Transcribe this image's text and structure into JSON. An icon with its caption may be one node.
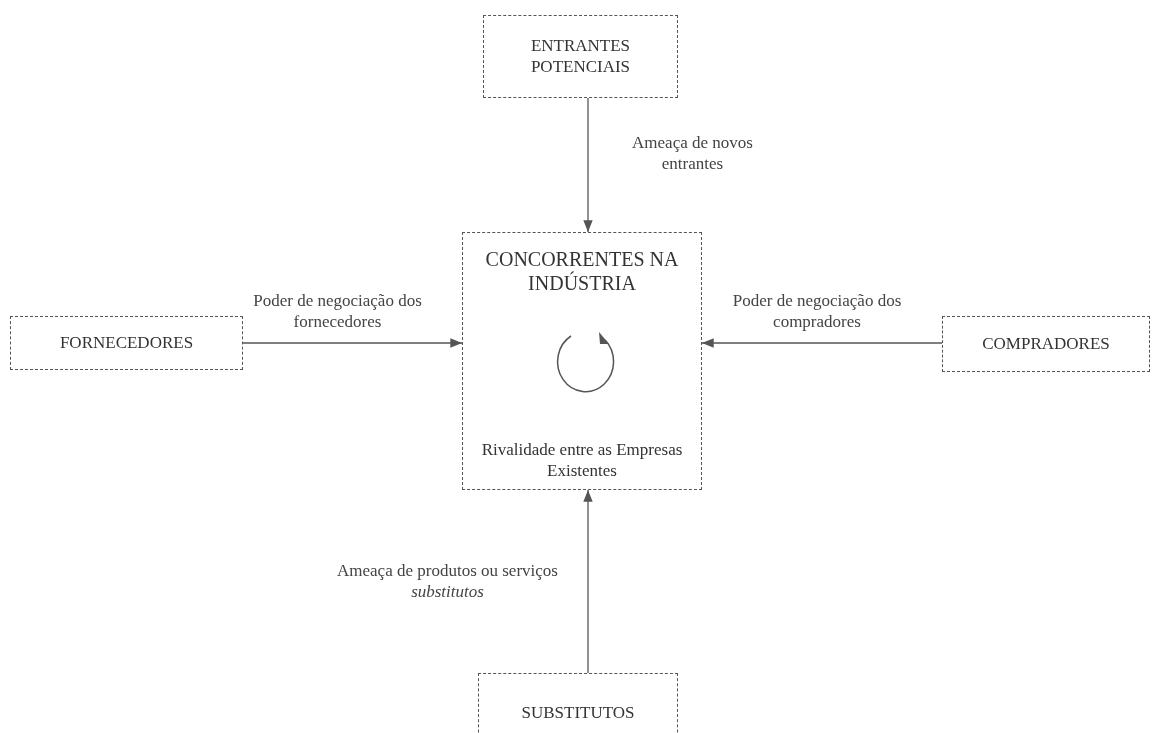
{
  "diagram": {
    "nodes": [
      {
        "text": [
          "ENTRANTES POTENCIAIS"
        ]
      },
      {
        "text": [
          "CONCORRENTES NA INDÚSTRIA",
          "Rivalidade entre as Empresas Existentes"
        ]
      },
      {
        "text": [
          "FORNECEDORES"
        ]
      },
      {
        "text": [
          "COMPRADORES"
        ]
      },
      {
        "text": [
          "SUBSTITUTOS"
        ]
      }
    ],
    "edges": [
      {
        "from": 0,
        "to": 1,
        "arrow": "to",
        "label": "Ameaça de novos entrantes"
      },
      {
        "from": 2,
        "to": 1,
        "arrow": "to",
        "label": "Poder de negociação dos fornecedores"
      },
      {
        "from": 3,
        "to": 1,
        "arrow": "to",
        "label": "Poder de negociação dos compradores"
      },
      {
        "from": 4,
        "to": 1,
        "arrow": "to",
        "label": "Ameaça de produtos ou serviços *substitutos*"
      }
    ]
  }
}
